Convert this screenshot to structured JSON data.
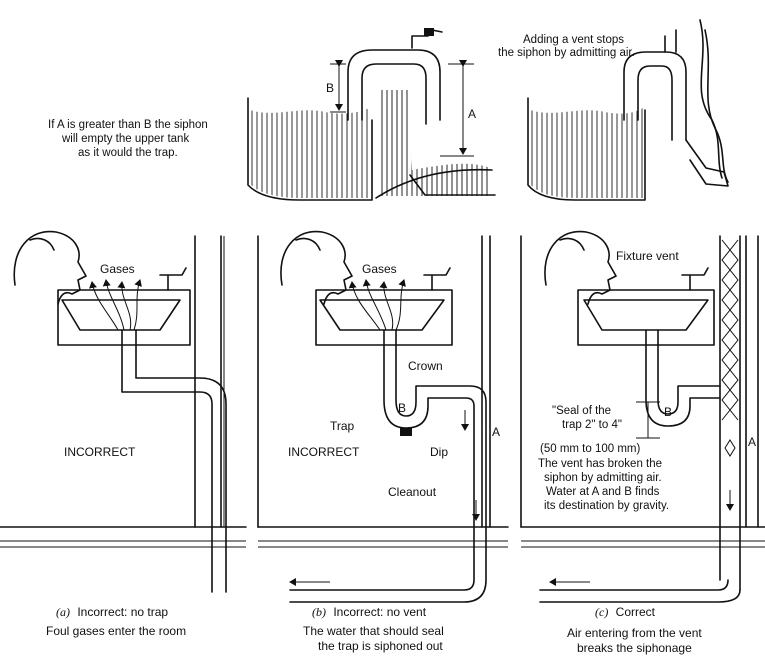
{
  "siphon_demo": {
    "label_A": "A",
    "label_B": "B",
    "note_lines": [
      "If A is greater than B the siphon",
      "will empty the upper tank",
      "as it would the  trap."
    ],
    "vent_note_lines": [
      "Adding a vent stops",
      "the siphon by admitting air."
    ]
  },
  "panel_a": {
    "gases_label": "Gases",
    "status": "INCORRECT",
    "caption_letter": "(a)",
    "caption_title": "Incorrect: no trap",
    "caption_desc": "Foul gases enter the room"
  },
  "panel_b": {
    "gases_label": "Gases",
    "crown_label": "Crown",
    "trap_label": "Trap",
    "point_B": "B",
    "point_A": "A",
    "dip_label": "Dip",
    "cleanout_label": "Cleanout",
    "status": "INCORRECT",
    "caption_letter": "(b)",
    "caption_title": "Incorrect: no vent",
    "caption_desc_lines": [
      "The water that should seal",
      "the trap is siphoned out"
    ]
  },
  "panel_c": {
    "fixture_vent_label": "Fixture vent",
    "seal_lines": [
      "\"Seal of the",
      "trap 2\" to 4\""
    ],
    "metric_label": "(50 mm to 100 mm)",
    "explain_lines": [
      "The vent has broken the",
      "siphon by admitting air.",
      "Water at A and B finds",
      "its destination by gravity."
    ],
    "point_B": "B",
    "point_A": "A",
    "caption_letter": "(c)",
    "caption_title": "Correct",
    "caption_desc_lines": [
      "Air entering from the vent",
      "breaks the siphonage"
    ]
  },
  "colors": {
    "ink": "#111111",
    "paper": "#ffffff"
  }
}
